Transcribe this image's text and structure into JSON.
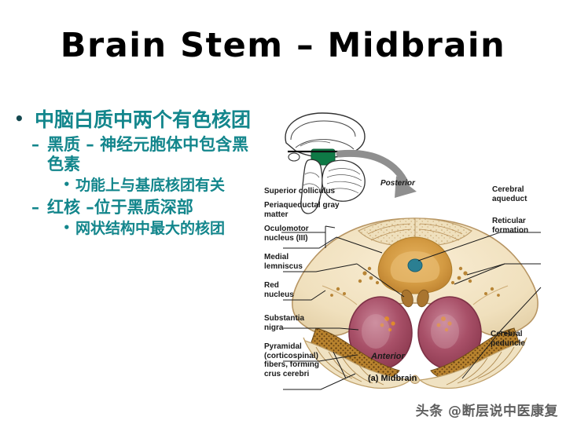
{
  "slide": {
    "title": "Brain Stem – Midbrain",
    "background_color": "#ffffff",
    "accent_color": "#13868c"
  },
  "bullets": [
    {
      "level": 1,
      "marker": "•",
      "text": "中脑白质中两个有色核团"
    },
    {
      "level": 2,
      "marker": "–",
      "text": "黑质 – 神经元胞体中包含黑色素"
    },
    {
      "level": 3,
      "marker": "•",
      "text": "功能上与基底核团有关"
    },
    {
      "level": 2,
      "marker": "–",
      "text": "红核 –位于黑质深部"
    },
    {
      "level": 3,
      "marker": "•",
      "text": "网状结构中最大的核团"
    }
  ],
  "figure": {
    "caption": "(a) Midbrain",
    "orientation": {
      "posterior": "Posterior",
      "anterior": "Anterior"
    },
    "labels_left": [
      "Superior colliculus",
      "Periaqueductal gray\nmatter",
      "Oculomotor\nnucleus (III)",
      "Medial\nlemniscus",
      "Red\nnucleus",
      "Substantia\nnigra",
      "Pyramidal\n(corticospinal)\nfibers, forming\ncrus cerebri"
    ],
    "labels_right": [
      "Cerebral\naqueduct",
      "Reticular\nformation",
      "Cerebral\npeduncle"
    ],
    "colors": {
      "tissue": "#f2e3c4",
      "tissue_edge": "#c9a97a",
      "red_nucleus": "#9e4257",
      "substantia_nigra": "#8a5a1e",
      "aqueduct": "#2b7f92",
      "gray_matter": "#d39a42",
      "inset_highlight": "#0e7a46",
      "arrow": "#8f8f8f"
    }
  },
  "watermark": {
    "text": "头条 @断层说中医康复"
  }
}
